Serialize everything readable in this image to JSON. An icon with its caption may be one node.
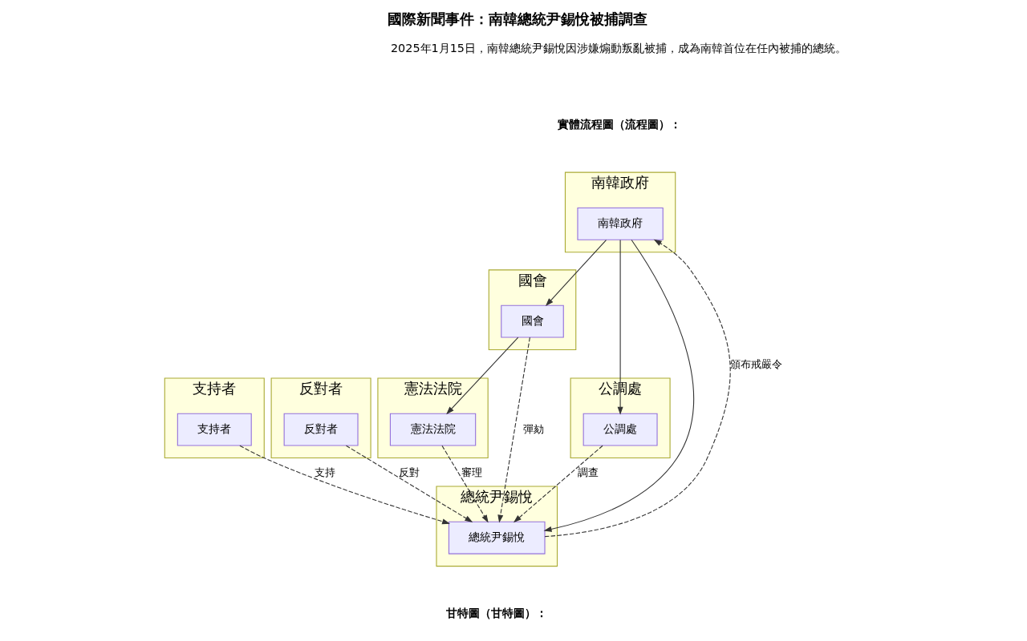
{
  "diagram": {
    "title": "國際新聞事件：南韓總統尹錫悅被捕調查",
    "nodes": [
      {
        "text": [
          "南韓政府"
        ]
      },
      {
        "text": [
          "南韓政府"
        ],
        "in": 0
      },
      {
        "text": [
          "國會"
        ]
      },
      {
        "text": [
          "國會"
        ],
        "in": 2
      },
      {
        "text": [
          "公調處"
        ]
      },
      {
        "text": [
          "公調處"
        ],
        "in": 4
      },
      {
        "text": [
          "憲法法院"
        ]
      },
      {
        "text": [
          "憲法法院"
        ],
        "in": 6
      },
      {
        "text": [
          "支持者"
        ]
      },
      {
        "text": [
          "支持者"
        ],
        "in": 8
      },
      {
        "text": [
          "反對者"
        ]
      },
      {
        "text": [
          "反對者"
        ],
        "in": 10
      },
      {
        "text": [
          "總統尹錫悅"
        ]
      },
      {
        "text": [
          "總統尹錫悅"
        ],
        "in": 12
      }
    ],
    "edges": [
      {
        "from": 1,
        "to": 13,
        "arrow": "to"
      },
      {
        "from": 1,
        "to": 5,
        "arrow": "to"
      },
      {
        "from": 1,
        "to": 3,
        "arrow": "to"
      },
      {
        "from": 3,
        "to": 7,
        "arrow": "to"
      },
      {
        "from": 3,
        "to": 13,
        "label": "彈劾",
        "arrow": "to",
        "style": "dashed"
      },
      {
        "from": 5,
        "to": 13,
        "label": "調查",
        "arrow": "to",
        "style": "dashed"
      },
      {
        "from": 7,
        "to": 13,
        "label": "審理",
        "arrow": "to",
        "style": "dashed"
      },
      {
        "from": 9,
        "to": 13,
        "label": "支持",
        "arrow": "to",
        "style": "dashed"
      },
      {
        "from": 11,
        "to": 13,
        "label": "反對",
        "arrow": "to",
        "style": "dashed"
      },
      {
        "from": 13,
        "to": 1,
        "label": "頒布戒嚴令",
        "arrow": "to",
        "style": "dashed"
      }
    ],
    "labels": [
      "2025年1月15日，南韓總統尹錫悅因涉嫌煽動叛亂被捕，成為南韓首位在任內被捕的總統。",
      "實體流程圖（流程圖）：",
      "甘特圖（甘特圖）："
    ]
  }
}
